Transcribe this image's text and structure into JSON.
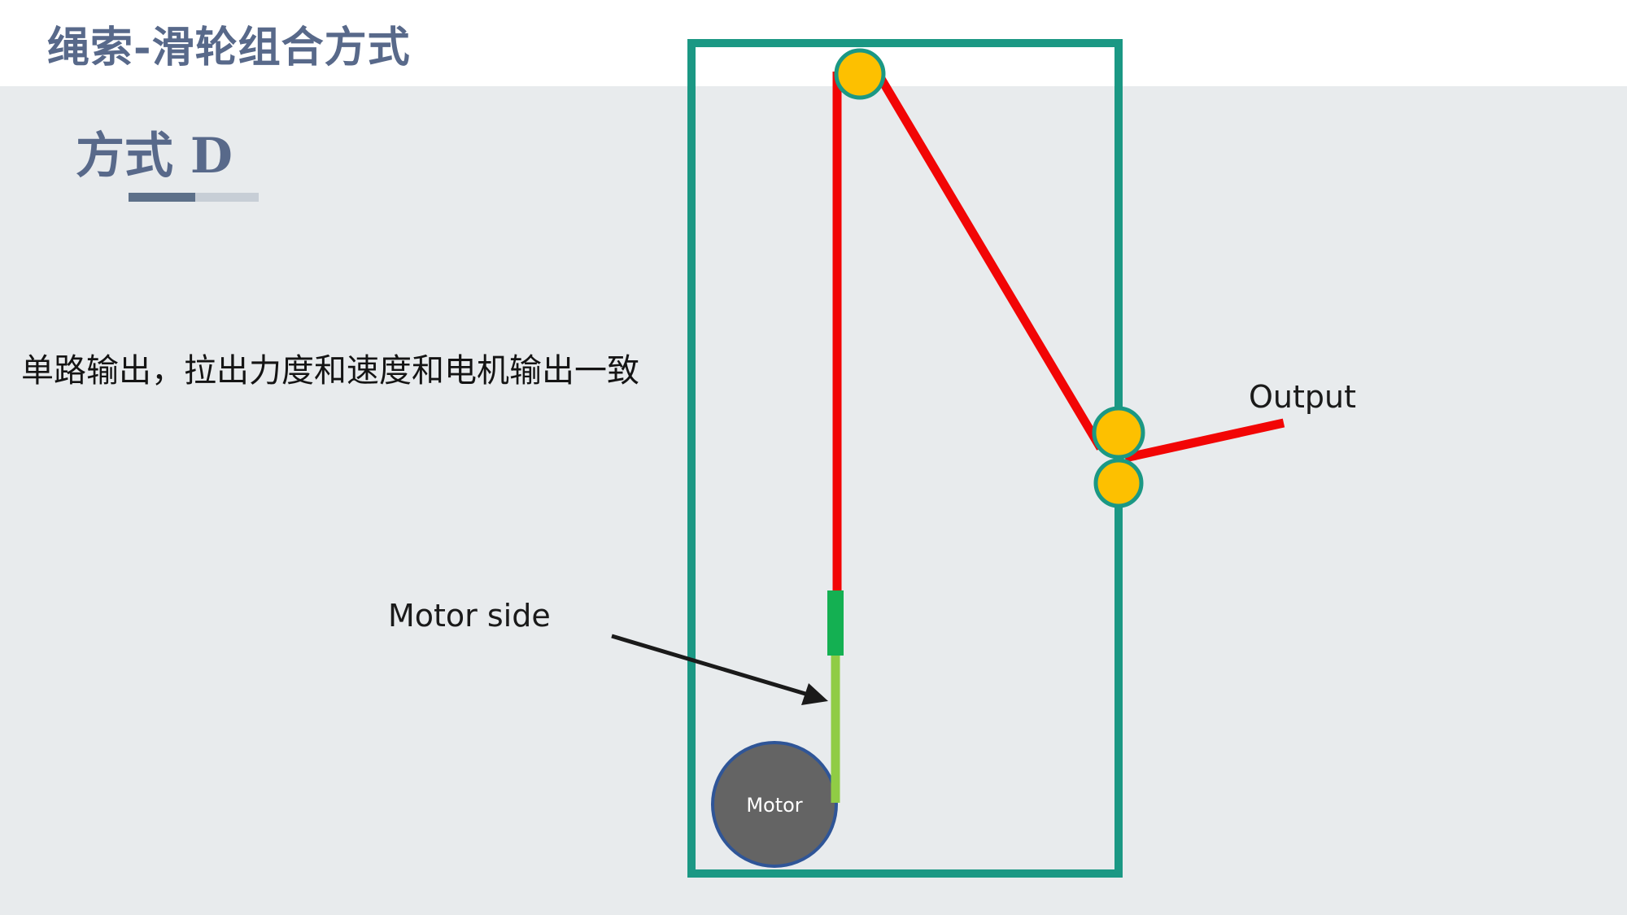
{
  "slide": {
    "title": "绳索-滑轮组合方式",
    "subtitle": "方式 D",
    "description": "单路输出，拉出力度和速度和电机输出一致",
    "labels": {
      "motor_side": "Motor side",
      "output": "Output",
      "motor": "Motor"
    },
    "colors": {
      "top_band_white": "#ffffff",
      "background_gray": "#e8ebed",
      "title_slate": "#58698a",
      "underline_dark": "#5d7089",
      "underline_light": "#c7ced6",
      "text_black": "#1a1a1a",
      "frame_teal": "#1b9884",
      "rope_red": "#f20505",
      "pulley_gold": "#fdc000",
      "pulley_ring_teal": "#1b9884",
      "rope_dark_green": "#14b052",
      "rope_light_green": "#90cc45",
      "motor_gray": "#646464",
      "motor_ring_blue": "#2f5597",
      "motor_label_white": "#ffffff"
    }
  }
}
